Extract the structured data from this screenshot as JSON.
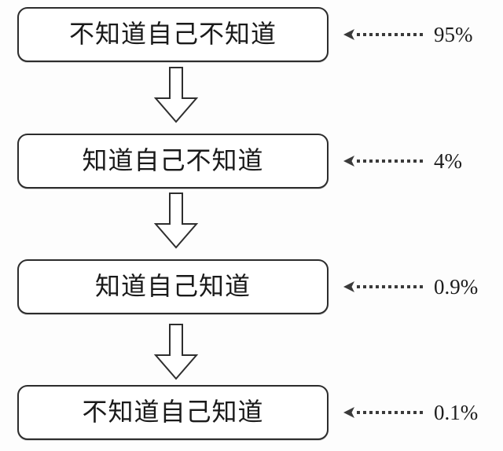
{
  "diagram": {
    "type": "vertical-flow",
    "title": "",
    "background_color": "#fdfdfd",
    "box_border_color": "#2c2c2c",
    "text_color": "#1a1a1a",
    "arrow_color": "#3a3a3a",
    "steps": [
      {
        "label": "不知道自己不知道",
        "percent": "95%"
      },
      {
        "label": "知道自己不知道",
        "percent": "4%"
      },
      {
        "label": "知道自己知道",
        "percent": "0.9%"
      },
      {
        "label": "不知道自己知道",
        "percent": "0.1%"
      }
    ],
    "connectors": [
      {
        "icon": "down-block-arrow-icon"
      },
      {
        "icon": "down-block-arrow-icon"
      },
      {
        "icon": "down-block-arrow-icon"
      }
    ],
    "leaders": [
      {
        "icon": "dotted-left-arrow-icon"
      },
      {
        "icon": "dotted-left-arrow-icon"
      },
      {
        "icon": "dotted-left-arrow-icon"
      },
      {
        "icon": "dotted-left-arrow-icon"
      }
    ]
  },
  "chart_data": {
    "type": "bar",
    "title": "",
    "categories": [
      "不知道自己不知道",
      "知道自己不知道",
      "知道自己知道",
      "不知道自己知道"
    ],
    "values": [
      95,
      4,
      0.9,
      0.1
    ],
    "value_labels": [
      "95%",
      "4%",
      "0.9%",
      "0.1%"
    ],
    "xlabel": "",
    "ylabel": "",
    "ylim": [
      0,
      100
    ],
    "grid": false,
    "legend": "none"
  }
}
